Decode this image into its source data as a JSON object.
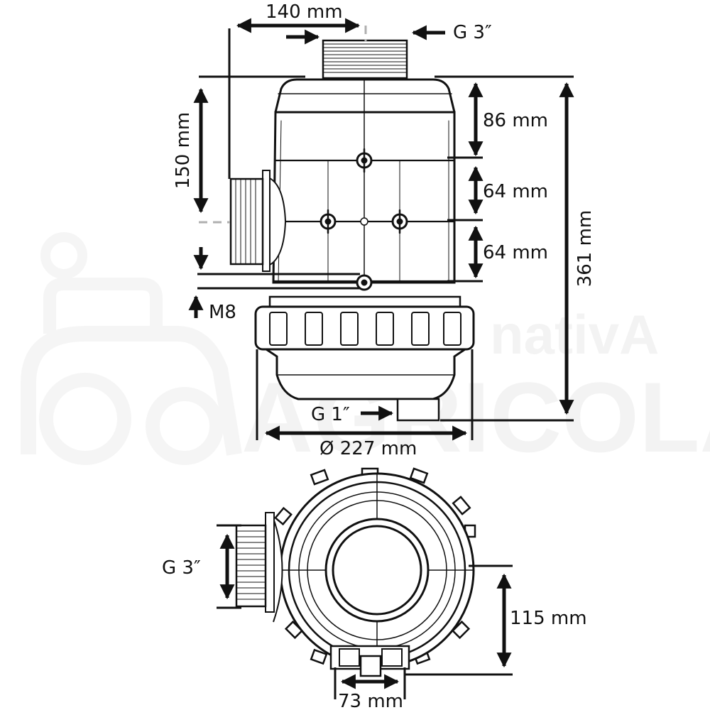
{
  "dimensions": {
    "top_width": "140 mm",
    "top_thread": "G 3″",
    "side_height": "150 mm",
    "seg_upper": "86 mm",
    "seg_mid": "64 mm",
    "seg_lower": "64 mm",
    "total_height": "361 mm",
    "bolt": "M8",
    "drain": "G 1″",
    "diameter": "Ø 227 mm",
    "side_thread": "G 3″",
    "offset": "115 mm",
    "outlet_width": "73 mm"
  },
  "watermark": {
    "line1": "nativA",
    "line2": "AGRICOLA"
  },
  "colors": {
    "ink": "#111111",
    "watermark": "#f2f2f2",
    "dashed_guide": "#b0b0b0"
  }
}
